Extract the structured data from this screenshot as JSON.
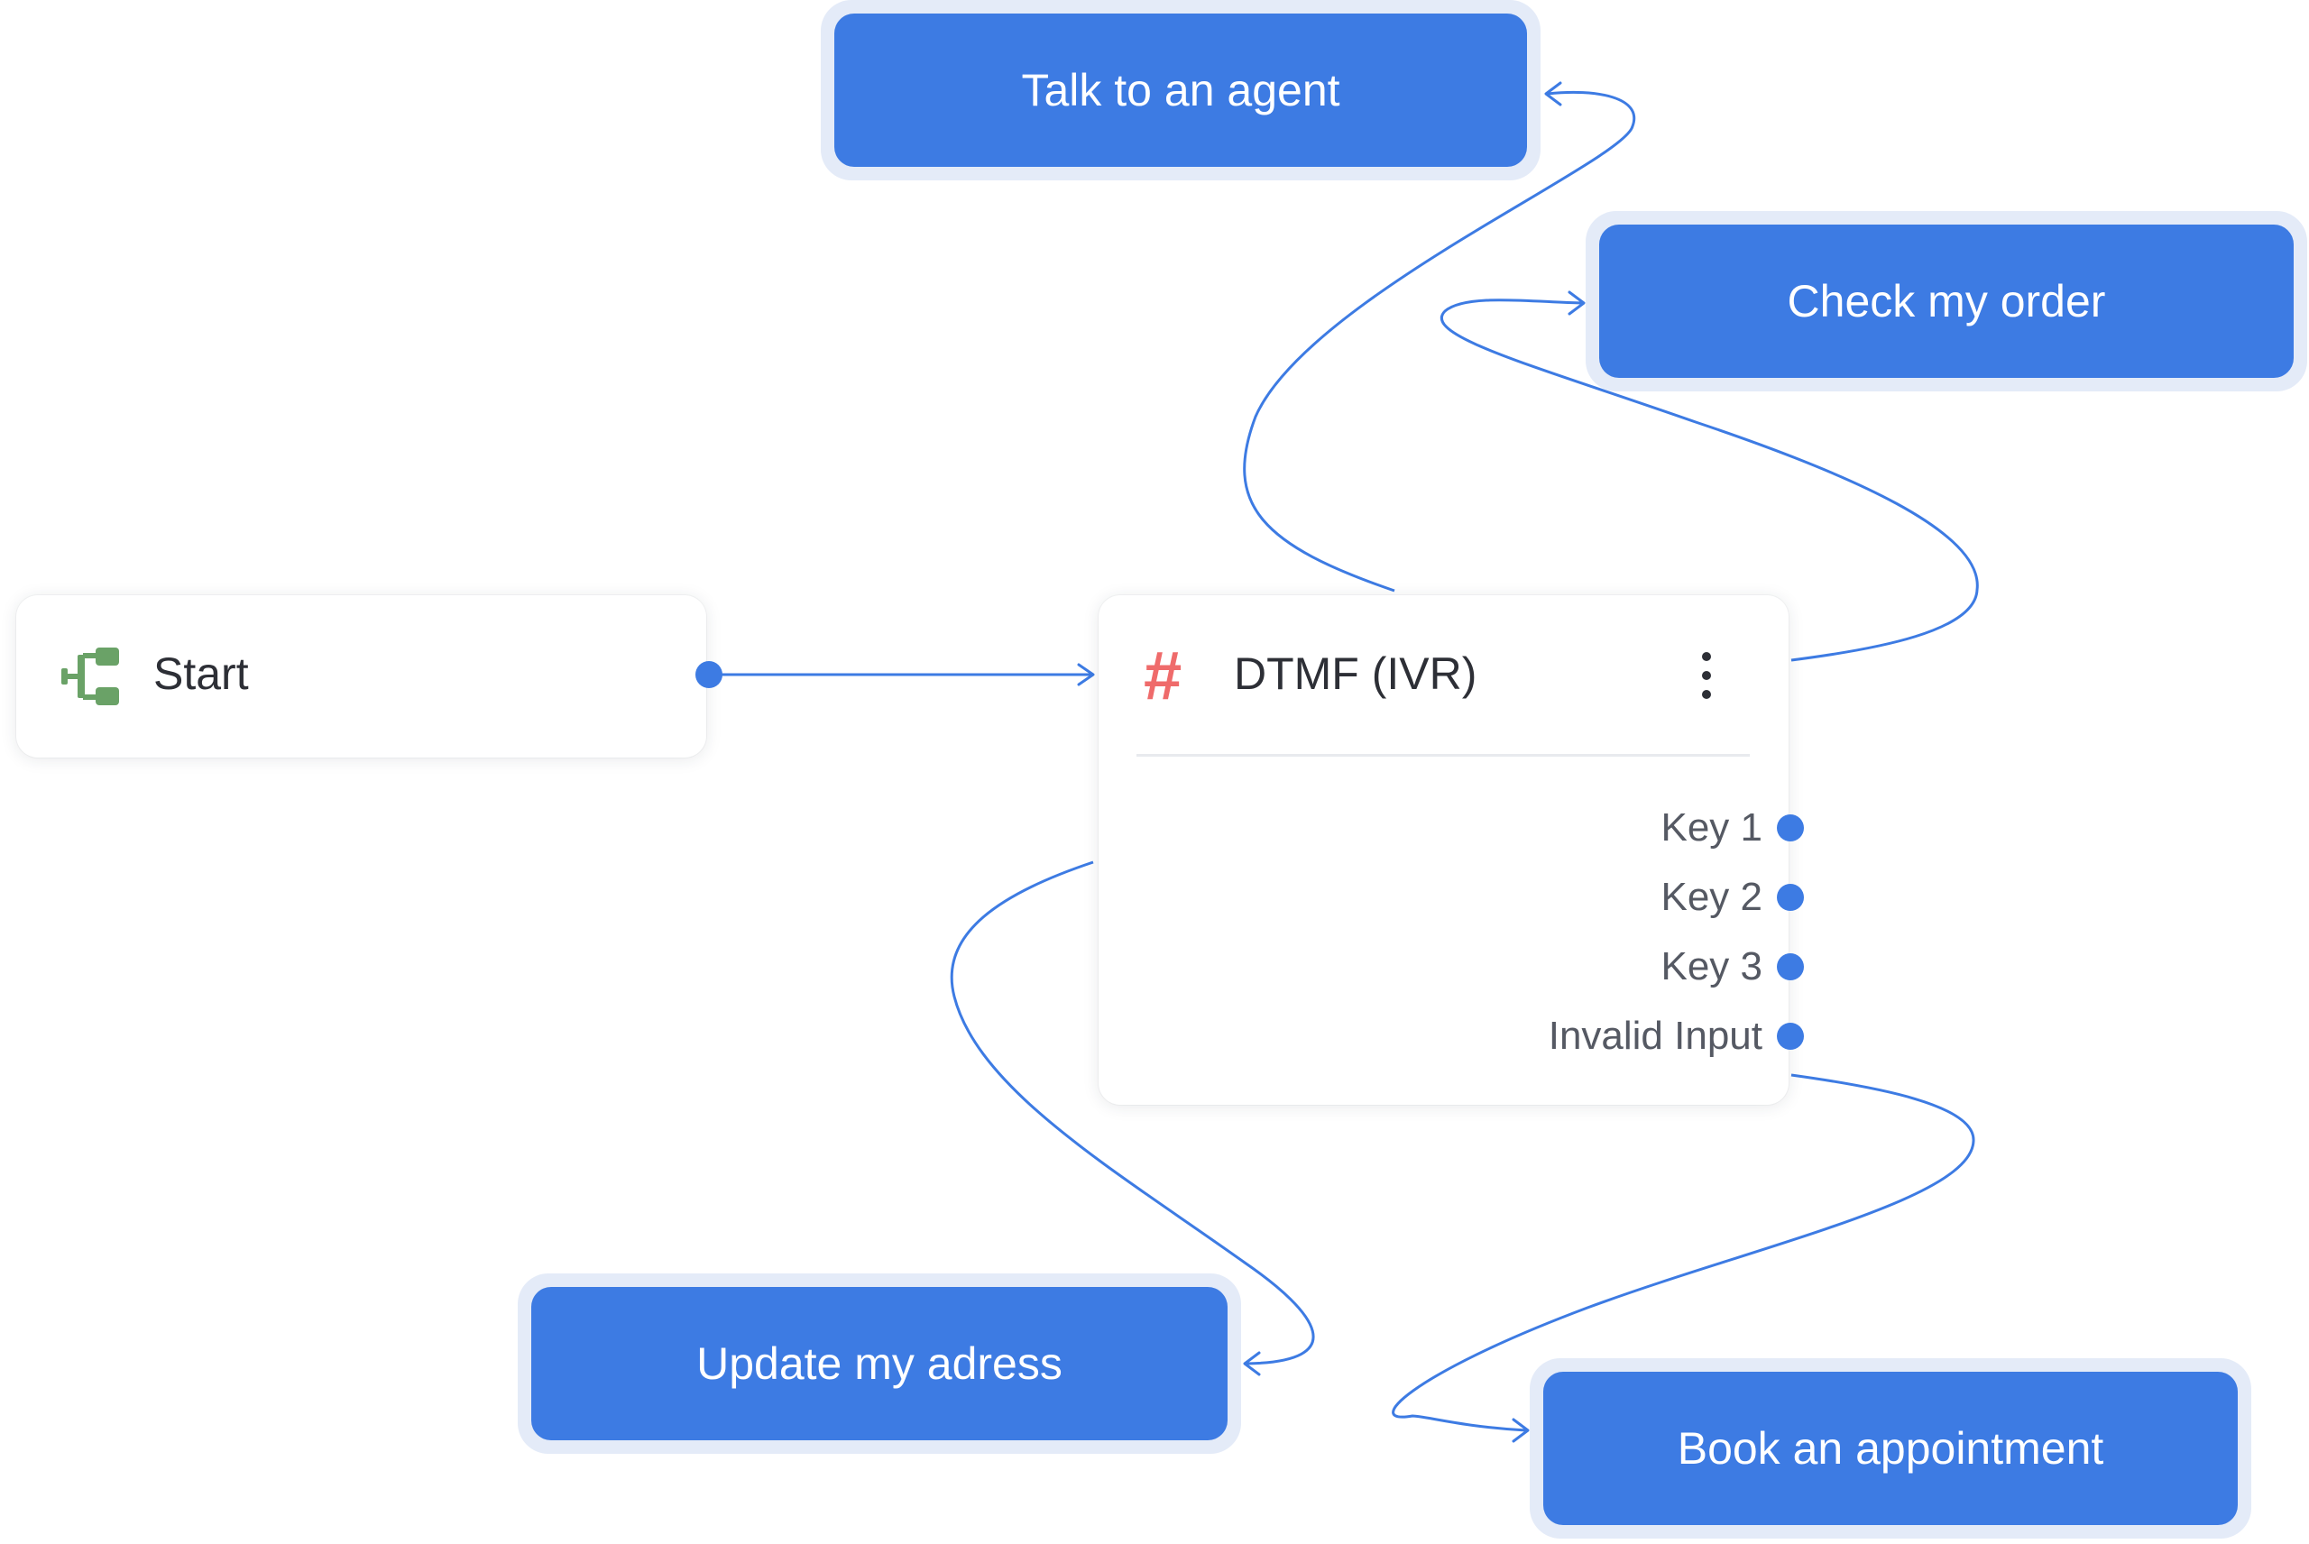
{
  "start_node": {
    "title": "Start",
    "icon": "flow-branch-icon",
    "icon_color": "#6aa267"
  },
  "dtmf_node": {
    "title": "DTMF (IVR)",
    "icon": "hash-icon",
    "icon_color": "#ef6b6b",
    "menu_icon": "kebab-menu-icon",
    "ports": [
      {
        "label": "Key 1"
      },
      {
        "label": "Key 2"
      },
      {
        "label": "Key 3"
      },
      {
        "label": "Invalid Input"
      }
    ]
  },
  "actions": {
    "agent": {
      "label": "Talk to an agent"
    },
    "order": {
      "label": "Check my order"
    },
    "update": {
      "label": "Update my adress"
    },
    "book": {
      "label": "Book an appointment"
    }
  },
  "colors": {
    "accent": "#3d7be3",
    "action_halo": "#e4ebf8",
    "text_dark": "#2d2f36",
    "text_muted": "#555963"
  }
}
